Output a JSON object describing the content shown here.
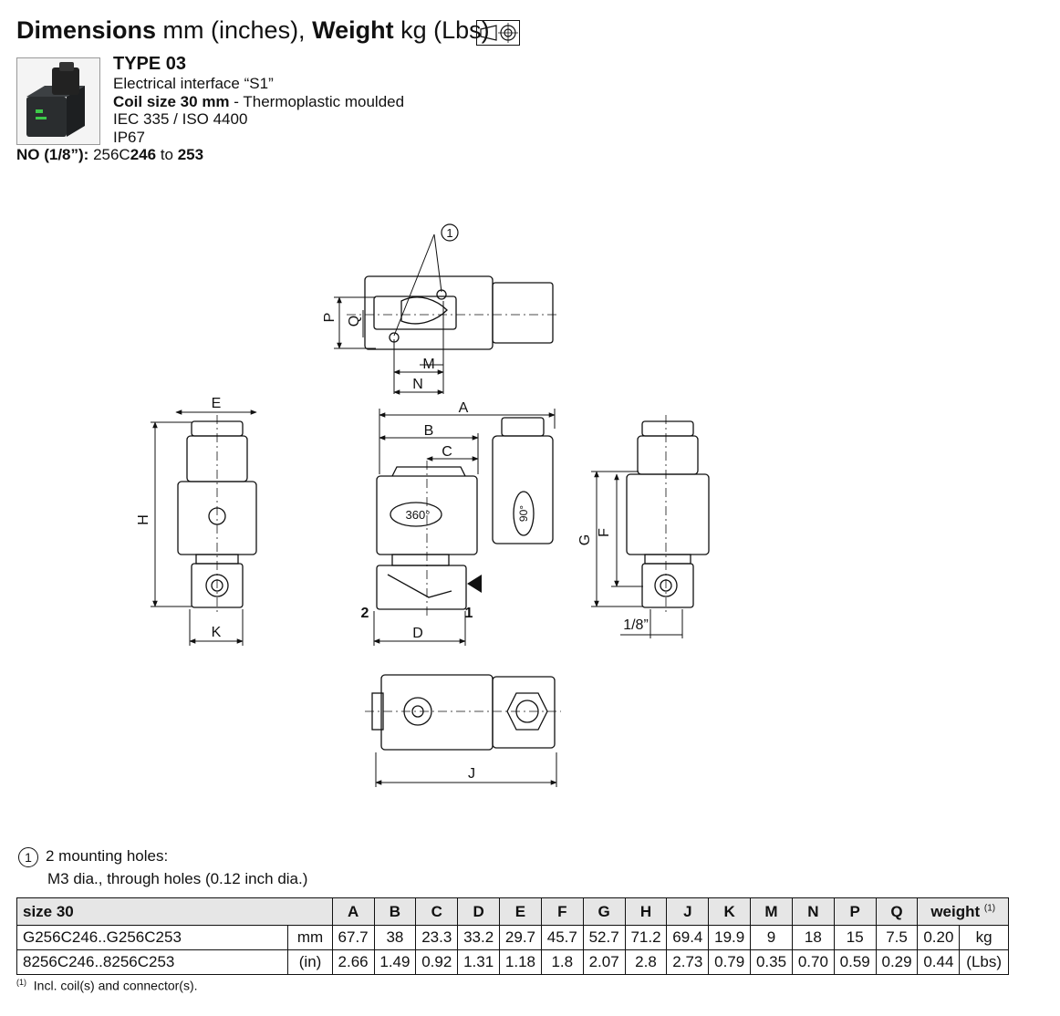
{
  "header": {
    "title_bold1": "Dimensions",
    "title_rest1": " mm (inches), ",
    "title_bold2": "Weight",
    "title_rest2": " kg (Lbs)",
    "projection_icon": "first-angle-projection-icon"
  },
  "product": {
    "photo_icon": "solenoid-coil-photo",
    "type": "TYPE 03",
    "interface": "Electrical interface “S1”",
    "coil_bold": "Coil size 30 mm",
    "coil_rest": " - Thermoplastic moulded",
    "standard": "IEC 335 / ISO 4400",
    "protection": "IP67",
    "range_prefix": "NO (1/8”):",
    "range_mid1": " 256C",
    "range_from": "246",
    "range_mid2": " to ",
    "range_to": "253"
  },
  "drawing": {
    "note_marker": "1",
    "labels": {
      "A": "A",
      "B": "B",
      "C": "C",
      "D": "D",
      "E": "E",
      "F": "F",
      "G": "G",
      "H": "H",
      "J": "J",
      "K": "K",
      "M": "M",
      "N": "N",
      "P": "P",
      "Q": "Q",
      "rot360": "360°",
      "rot90": "90°",
      "port1": "1",
      "port2": "2",
      "thread": "1/8”"
    }
  },
  "note": {
    "marker": "1",
    "line1": "2 mounting holes:",
    "line2": "M3 dia., through holes (0.12 inch dia.)"
  },
  "table": {
    "size_label": "size 30",
    "columns": [
      "A",
      "B",
      "C",
      "D",
      "E",
      "F",
      "G",
      "H",
      "J",
      "K",
      "M",
      "N",
      "P",
      "Q"
    ],
    "weight_label": "weight",
    "weight_sup": "(1)",
    "rows": [
      {
        "code": "G256C246..G256C253",
        "unit": "mm",
        "values": [
          "67.7",
          "38",
          "23.3",
          "33.2",
          "29.7",
          "45.7",
          "52.7",
          "71.2",
          "69.4",
          "19.9",
          "9",
          "18",
          "15",
          "7.5"
        ],
        "weight": "0.20",
        "weight_unit": "kg"
      },
      {
        "code": "8256C246..8256C253",
        "unit": "(in)",
        "values": [
          "2.66",
          "1.49",
          "0.92",
          "1.31",
          "1.18",
          "1.8",
          "2.07",
          "2.8",
          "2.73",
          "0.79",
          "0.35",
          "0.70",
          "0.59",
          "0.29"
        ],
        "weight": "0.44",
        "weight_unit": "(Lbs)"
      }
    ]
  },
  "footnote": {
    "marker": "(1)",
    "text": "Incl. coil(s) and connector(s)."
  }
}
